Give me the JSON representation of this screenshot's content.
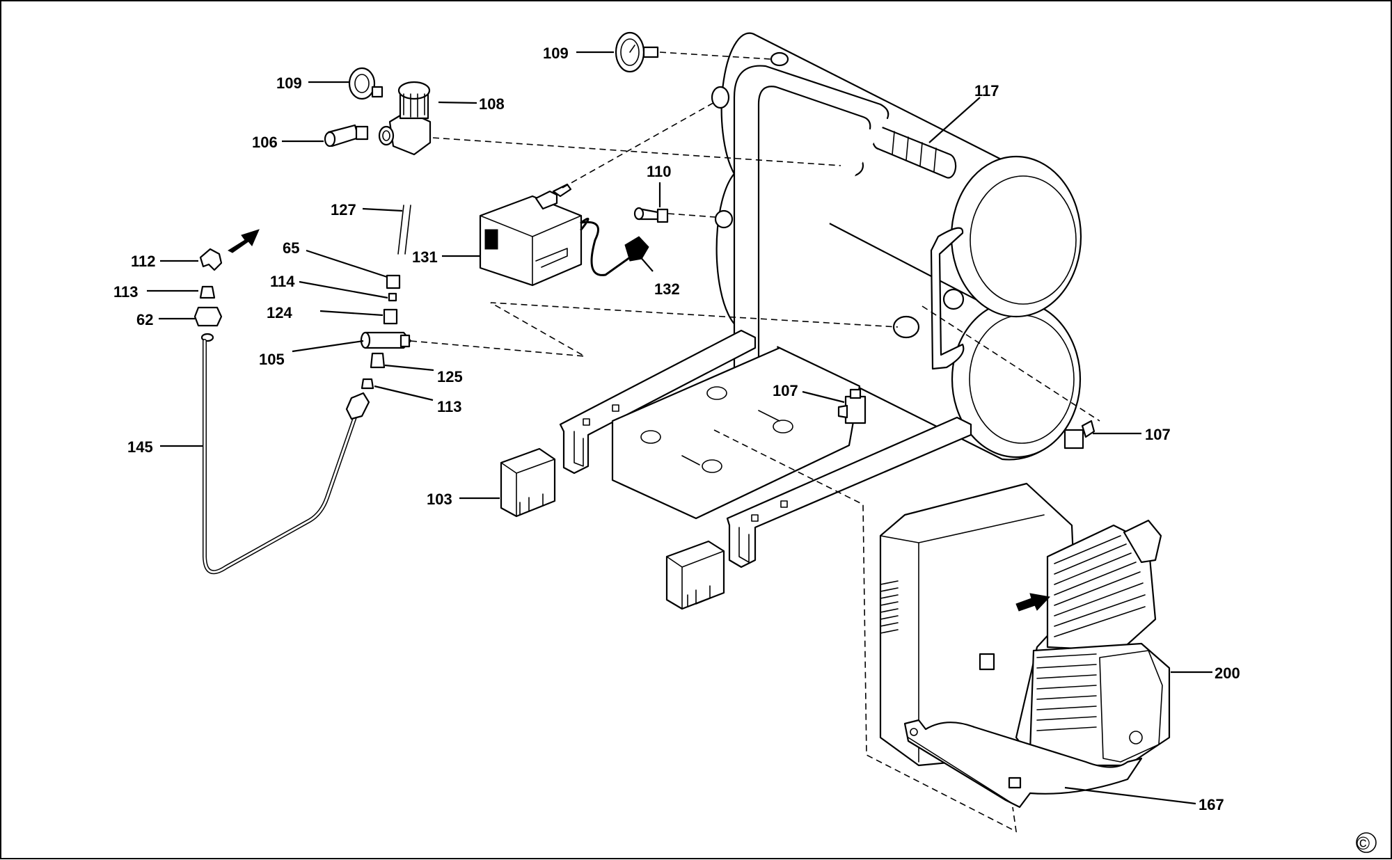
{
  "diagram": {
    "callouts": [
      {
        "id": "c109a",
        "label": "109"
      },
      {
        "id": "c108",
        "label": "108"
      },
      {
        "id": "c106",
        "label": "106"
      },
      {
        "id": "c109b",
        "label": "109"
      },
      {
        "id": "c117",
        "label": "117"
      },
      {
        "id": "c110",
        "label": "110"
      },
      {
        "id": "c127",
        "label": "127"
      },
      {
        "id": "c131",
        "label": "131"
      },
      {
        "id": "c132",
        "label": "132"
      },
      {
        "id": "c65",
        "label": "65"
      },
      {
        "id": "c112",
        "label": "112"
      },
      {
        "id": "c113a",
        "label": "113"
      },
      {
        "id": "c114",
        "label": "114"
      },
      {
        "id": "c62",
        "label": "62"
      },
      {
        "id": "c124",
        "label": "124"
      },
      {
        "id": "c105",
        "label": "105"
      },
      {
        "id": "c125",
        "label": "125"
      },
      {
        "id": "c113b",
        "label": "113"
      },
      {
        "id": "c107a",
        "label": "107"
      },
      {
        "id": "c107b",
        "label": "107"
      },
      {
        "id": "c145",
        "label": "145"
      },
      {
        "id": "c103",
        "label": "103"
      },
      {
        "id": "c200",
        "label": "200"
      },
      {
        "id": "c167",
        "label": "167"
      }
    ],
    "copyright_symbol": "©"
  }
}
